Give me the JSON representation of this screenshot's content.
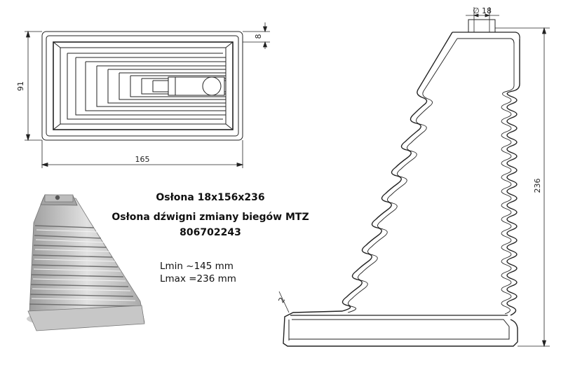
{
  "product": {
    "name": "Osłona 18x156x236",
    "description": "Osłona dźwigni zmiany biegów MTZ",
    "code": "806702243",
    "lmin": "Lmin ~145 mm",
    "lmax": "Lmax =236 mm"
  },
  "dimensions": {
    "top_width": "165",
    "top_height": "91",
    "top_rim": "8",
    "hole_diameter": "18",
    "diameter_symbol": "∅",
    "total_height": "236",
    "wall_thickness": "2"
  },
  "colors": {
    "line": "#222222",
    "render_light": "#d9d9d9",
    "render_dark": "#8a8a8a"
  }
}
